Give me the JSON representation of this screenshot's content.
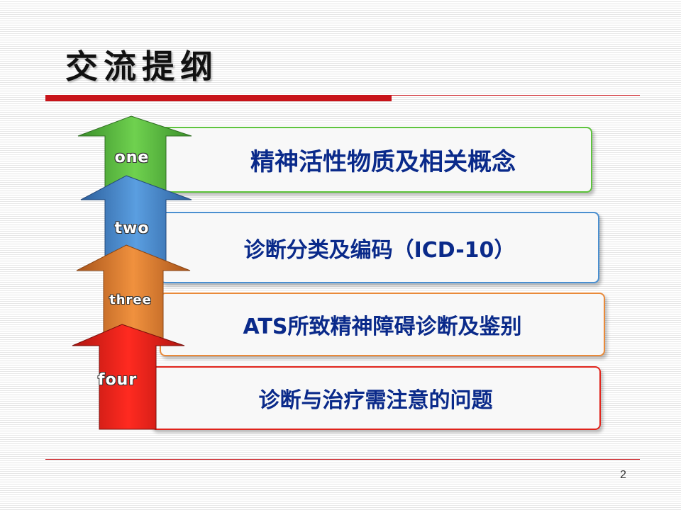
{
  "slide": {
    "title": "交流提纲",
    "page_number": "2"
  },
  "arrows": [
    {
      "label": "one",
      "color": "#4fb83a"
    },
    {
      "label": "two",
      "color": "#3f7fc6"
    },
    {
      "label": "three",
      "color": "#e07a2a"
    },
    {
      "label": "four",
      "color": "#e21d14"
    }
  ],
  "items": [
    {
      "text": "精神活性物质及相关概念",
      "border_color": "#5ec43e"
    },
    {
      "text_cn": "诊断分类及编码（",
      "text_code": "ICD-10",
      "text_end": "）",
      "border_color": "#4a8fd0"
    },
    {
      "text_code": "ATS",
      "text_cn": "所致精神障碍诊断及鉴别",
      "border_color": "#e98a3a"
    },
    {
      "text": "诊断与治疗需注意的问题",
      "border_color": "#e0241c"
    }
  ],
  "colors": {
    "accent_red": "#c8141a",
    "text_blue": "#0a2a8a"
  }
}
